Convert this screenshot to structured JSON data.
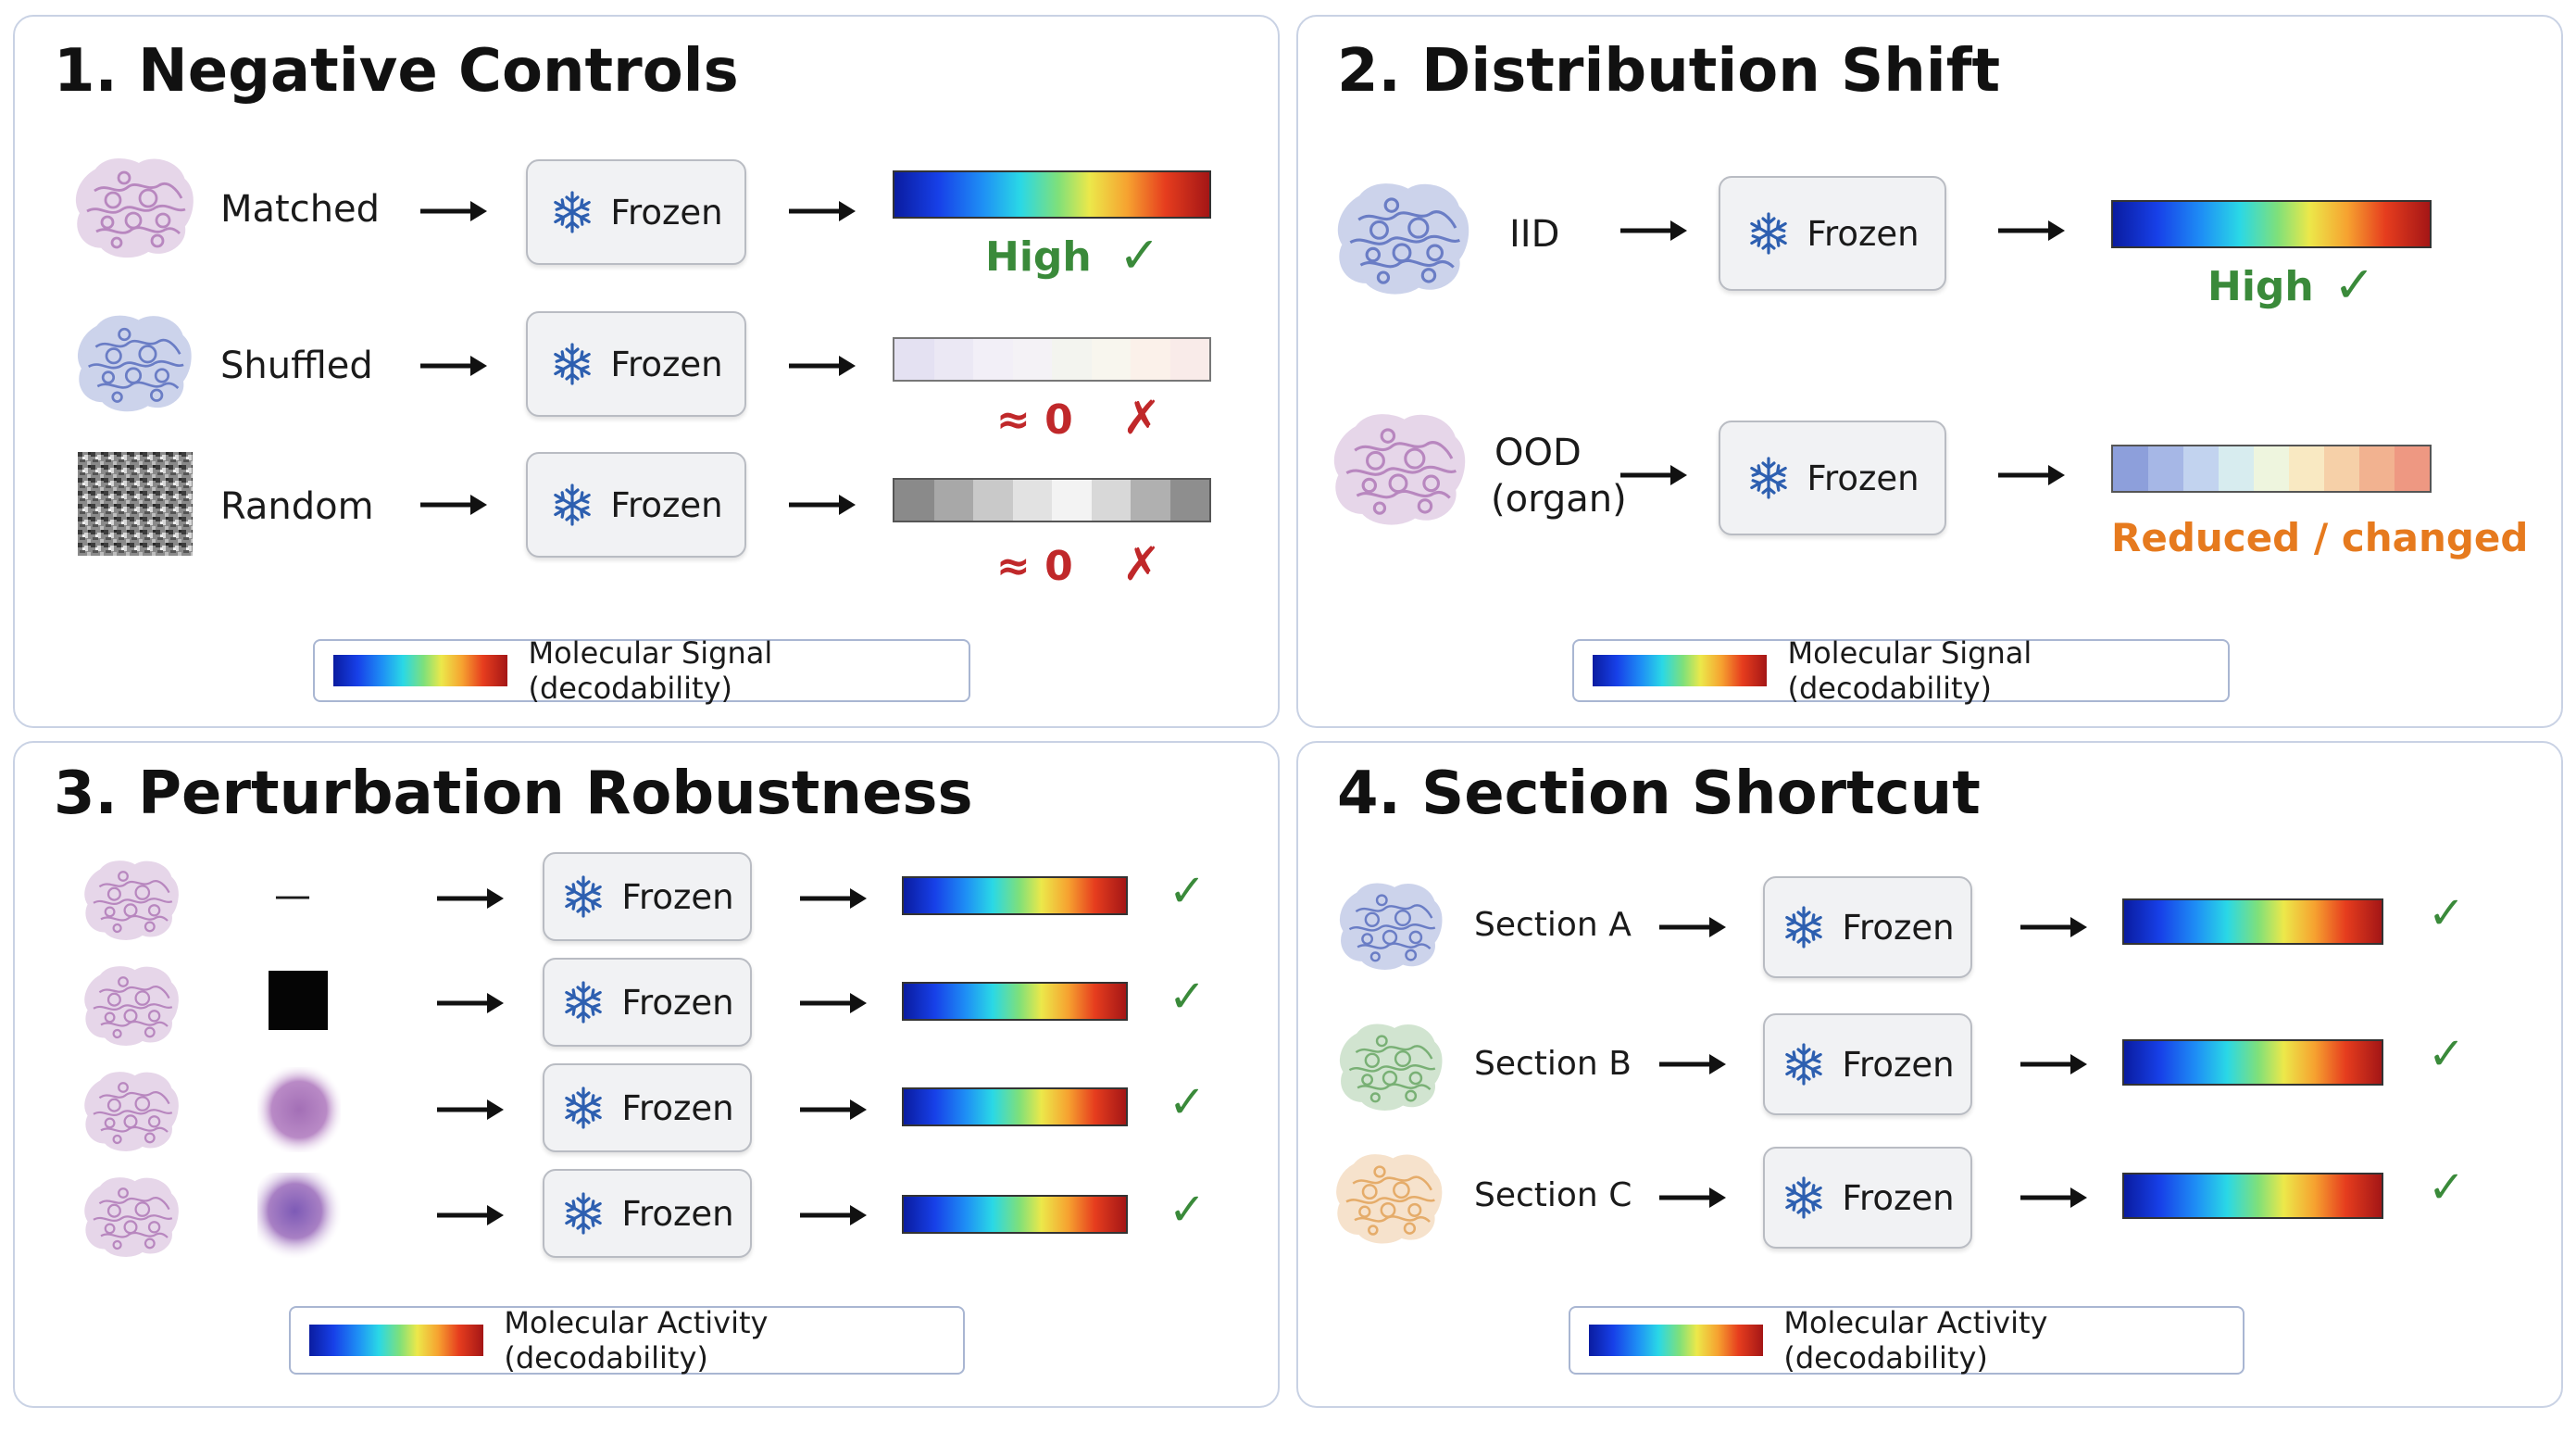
{
  "frozen_label": "Frozen",
  "panels": {
    "p1": {
      "title": "1. Negative Controls",
      "rows": [
        {
          "label": "Matched",
          "result": "High",
          "mark": "✓"
        },
        {
          "label": "Shuffled",
          "result": "≈ 0",
          "mark": "✗"
        },
        {
          "label": "Random",
          "result": "≈ 0",
          "mark": "✗"
        }
      ],
      "legend": "Molecular Signal (decodability)"
    },
    "p2": {
      "title": "2. Distribution Shift",
      "rows": [
        {
          "label": "IID",
          "result": "High",
          "mark": "✓"
        },
        {
          "label_line1": "OOD",
          "label_line2": "(organ)",
          "result": "Reduced / changed"
        }
      ],
      "legend": "Molecular Signal (decodability)"
    },
    "p3": {
      "title": "3. Perturbation Robustness",
      "rows": [
        {
          "perturbation": "—",
          "mark": "✓"
        },
        {
          "perturbation": "",
          "mark": "✓"
        },
        {
          "perturbation": "",
          "mark": "✓"
        },
        {
          "perturbation": "",
          "mark": "✓"
        }
      ],
      "legend": "Molecular Activity (decodability)"
    },
    "p4": {
      "title": "4. Section Shortcut",
      "rows": [
        {
          "label": "Section A",
          "mark": "✓"
        },
        {
          "label": "Section B",
          "mark": "✓"
        },
        {
          "label": "Section C",
          "mark": "✓"
        }
      ],
      "legend": "Molecular Activity (decodability)"
    }
  },
  "colors": {
    "tissue_pink": "#b07ab8",
    "tissue_blue": "#5a6fbf",
    "tissue_green": "#6aa866",
    "tissue_orange": "#e3a35a",
    "check_green": "#3a8a3a",
    "cross_red": "#c0282a",
    "reduced_orange": "#e67a1e"
  }
}
